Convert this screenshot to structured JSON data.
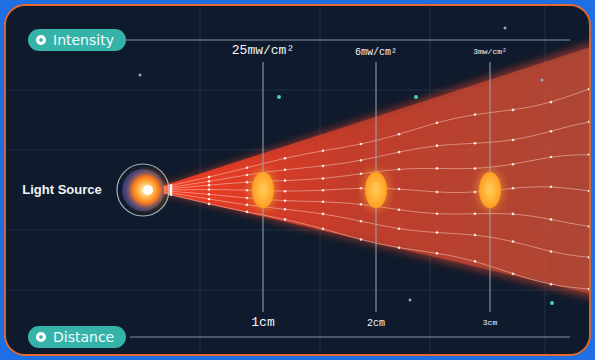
{
  "diagram": {
    "nodes": [
      {
        "text": [
          "Intensity"
        ]
      },
      {
        "text": [
          "Distance"
        ]
      }
    ],
    "labels": [
      "Light Source",
      "25mw/cm²",
      "6mw/cm²",
      "3mw/cm²",
      "1cm",
      "2cm",
      "3cm"
    ]
  }
}
